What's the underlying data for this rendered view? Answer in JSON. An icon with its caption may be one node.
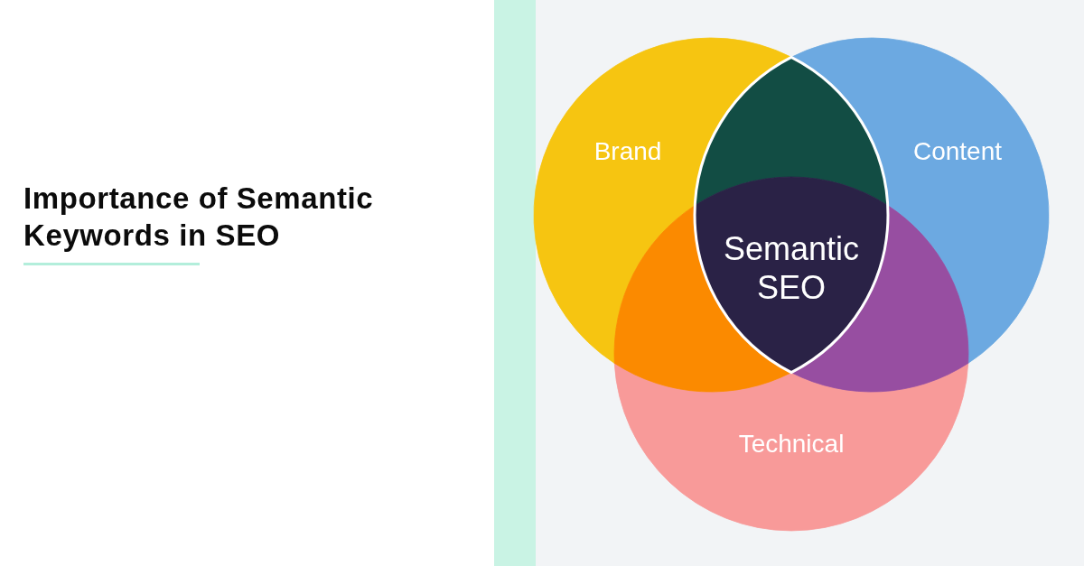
{
  "diagram": {
    "title": "Importance of Semantic Keywords in SEO",
    "nodes": [
      {
        "text": [
          "Brand"
        ]
      },
      {
        "text": [
          "Content"
        ]
      },
      {
        "text": [
          "Technical"
        ]
      },
      {
        "text": [
          "Semantic SEO"
        ]
      }
    ]
  }
}
